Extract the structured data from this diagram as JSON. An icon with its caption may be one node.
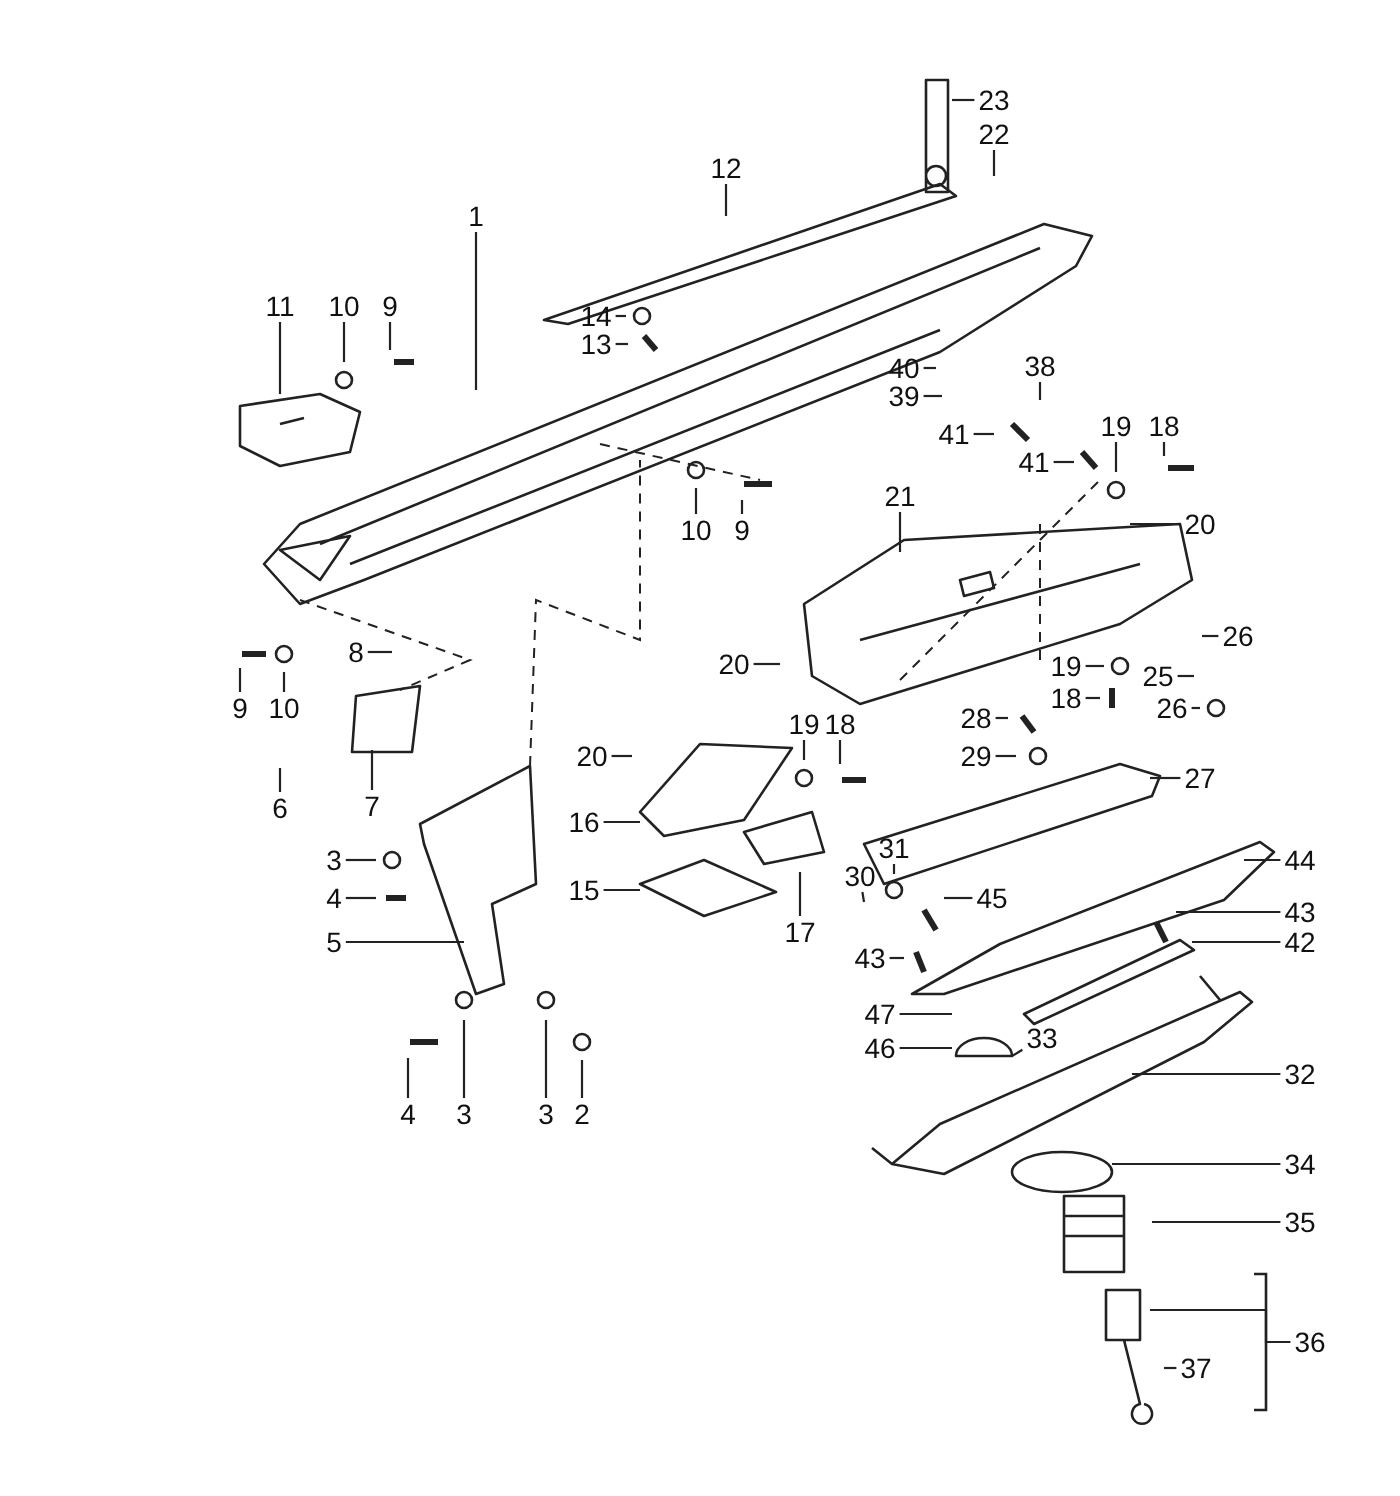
{
  "diagram": {
    "nodes": [
      {
        "text": [
          "23"
        ]
      },
      {
        "text": [
          "22"
        ]
      },
      {
        "text": [
          "12"
        ]
      },
      {
        "text": [
          "1"
        ]
      },
      {
        "text": [
          "11"
        ]
      },
      {
        "text": [
          "10"
        ]
      },
      {
        "text": [
          "9"
        ]
      },
      {
        "text": [
          "14"
        ]
      },
      {
        "text": [
          "13"
        ]
      },
      {
        "text": [
          "40"
        ]
      },
      {
        "text": [
          "38"
        ]
      },
      {
        "text": [
          "39"
        ]
      },
      {
        "text": [
          "19"
        ]
      },
      {
        "text": [
          "18"
        ]
      },
      {
        "text": [
          "41"
        ]
      },
      {
        "text": [
          "41"
        ]
      },
      {
        "text": [
          "21"
        ]
      },
      {
        "text": [
          "20"
        ]
      },
      {
        "text": [
          "10"
        ]
      },
      {
        "text": [
          "9"
        ]
      },
      {
        "text": [
          "26"
        ]
      },
      {
        "text": [
          "8"
        ]
      },
      {
        "text": [
          "19"
        ]
      },
      {
        "text": [
          "20"
        ]
      },
      {
        "text": [
          "25"
        ]
      },
      {
        "text": [
          "18"
        ]
      },
      {
        "text": [
          "26"
        ]
      },
      {
        "text": [
          "9"
        ]
      },
      {
        "text": [
          "10"
        ]
      },
      {
        "text": [
          "28"
        ]
      },
      {
        "text": [
          "19"
        ]
      },
      {
        "text": [
          "18"
        ]
      },
      {
        "text": [
          "20"
        ]
      },
      {
        "text": [
          "29"
        ]
      },
      {
        "text": [
          "27"
        ]
      },
      {
        "text": [
          "7"
        ]
      },
      {
        "text": [
          "6"
        ]
      },
      {
        "text": [
          "16"
        ]
      },
      {
        "text": [
          "31"
        ]
      },
      {
        "text": [
          "3"
        ]
      },
      {
        "text": [
          "44"
        ]
      },
      {
        "text": [
          "30"
        ]
      },
      {
        "text": [
          "15"
        ]
      },
      {
        "text": [
          "4"
        ]
      },
      {
        "text": [
          "45"
        ]
      },
      {
        "text": [
          "43"
        ]
      },
      {
        "text": [
          "17"
        ]
      },
      {
        "text": [
          "5"
        ]
      },
      {
        "text": [
          "42"
        ]
      },
      {
        "text": [
          "43"
        ]
      },
      {
        "text": [
          "47"
        ]
      },
      {
        "text": [
          "33"
        ]
      },
      {
        "text": [
          "46"
        ]
      },
      {
        "text": [
          "32"
        ]
      },
      {
        "text": [
          "4"
        ]
      },
      {
        "text": [
          "3"
        ]
      },
      {
        "text": [
          "3"
        ]
      },
      {
        "text": [
          "2"
        ]
      },
      {
        "text": [
          "34"
        ]
      },
      {
        "text": [
          "35"
        ]
      },
      {
        "text": [
          "36"
        ]
      },
      {
        "text": [
          "37"
        ]
      }
    ],
    "edges": [
      {
        "from": 0,
        "to": null,
        "arrow": "none"
      },
      {
        "from": 1,
        "to": null,
        "arrow": "none"
      },
      {
        "from": 2,
        "to": null,
        "arrow": "none"
      },
      {
        "from": 3,
        "to": null,
        "arrow": "none"
      },
      {
        "from": 4,
        "to": null,
        "arrow": "none"
      },
      {
        "from": 5,
        "to": null,
        "arrow": "none"
      },
      {
        "from": 6,
        "to": null,
        "arrow": "none"
      },
      {
        "from": 7,
        "to": null,
        "arrow": "none"
      },
      {
        "from": 8,
        "to": null,
        "arrow": "none"
      },
      {
        "from": 9,
        "to": null,
        "arrow": "none"
      },
      {
        "from": 10,
        "to": null,
        "arrow": "none"
      },
      {
        "from": 11,
        "to": null,
        "arrow": "none"
      },
      {
        "from": 12,
        "to": null,
        "arrow": "none"
      },
      {
        "from": 13,
        "to": null,
        "arrow": "none"
      },
      {
        "from": 14,
        "to": null,
        "arrow": "none"
      },
      {
        "from": 15,
        "to": null,
        "arrow": "none"
      },
      {
        "from": 16,
        "to": null,
        "arrow": "none"
      },
      {
        "from": 17,
        "to": null,
        "arrow": "none"
      },
      {
        "from": 18,
        "to": null,
        "arrow": "none"
      },
      {
        "from": 19,
        "to": null,
        "arrow": "none"
      },
      {
        "from": 20,
        "to": null,
        "arrow": "none"
      },
      {
        "from": 21,
        "to": null,
        "arrow": "none"
      },
      {
        "from": 22,
        "to": null,
        "arrow": "none"
      },
      {
        "from": 23,
        "to": null,
        "arrow": "none"
      },
      {
        "from": 24,
        "to": null,
        "arrow": "none"
      },
      {
        "from": 25,
        "to": null,
        "arrow": "none"
      },
      {
        "from": 26,
        "to": null,
        "arrow": "none"
      },
      {
        "from": 27,
        "to": null,
        "arrow": "none"
      },
      {
        "from": 28,
        "to": null,
        "arrow": "none"
      },
      {
        "from": 29,
        "to": null,
        "arrow": "none"
      },
      {
        "from": 30,
        "to": null,
        "arrow": "none"
      },
      {
        "from": 31,
        "to": null,
        "arrow": "none"
      },
      {
        "from": 32,
        "to": null,
        "arrow": "none"
      },
      {
        "from": 33,
        "to": null,
        "arrow": "none"
      },
      {
        "from": 34,
        "to": null,
        "arrow": "none"
      },
      {
        "from": 35,
        "to": null,
        "arrow": "none"
      },
      {
        "from": 36,
        "to": null,
        "arrow": "none"
      },
      {
        "from": 37,
        "to": null,
        "arrow": "none"
      },
      {
        "from": 38,
        "to": null,
        "arrow": "none"
      },
      {
        "from": 39,
        "to": null,
        "arrow": "none"
      },
      {
        "from": 40,
        "to": null,
        "arrow": "none"
      },
      {
        "from": 41,
        "to": null,
        "arrow": "none"
      },
      {
        "from": 42,
        "to": null,
        "arrow": "none"
      },
      {
        "from": 43,
        "to": null,
        "arrow": "none"
      },
      {
        "from": 44,
        "to": null,
        "arrow": "none"
      },
      {
        "from": 45,
        "to": null,
        "arrow": "none"
      },
      {
        "from": 46,
        "to": null,
        "arrow": "none"
      },
      {
        "from": 47,
        "to": null,
        "arrow": "none"
      },
      {
        "from": 48,
        "to": null,
        "arrow": "none"
      },
      {
        "from": 49,
        "to": null,
        "arrow": "none"
      },
      {
        "from": 50,
        "to": null,
        "arrow": "none"
      },
      {
        "from": 51,
        "to": null,
        "arrow": "none"
      },
      {
        "from": 52,
        "to": null,
        "arrow": "none"
      },
      {
        "from": 53,
        "to": null,
        "arrow": "none"
      },
      {
        "from": 54,
        "to": null,
        "arrow": "none"
      },
      {
        "from": 55,
        "to": null,
        "arrow": "none"
      },
      {
        "from": 56,
        "to": null,
        "arrow": "none"
      },
      {
        "from": 57,
        "to": null,
        "arrow": "none"
      },
      {
        "from": 58,
        "to": null,
        "arrow": "none"
      },
      {
        "from": 59,
        "to": null,
        "arrow": "none"
      },
      {
        "from": 60,
        "to": null,
        "arrow": "none"
      },
      {
        "from": 61,
        "to": null,
        "arrow": "none"
      }
    ]
  }
}
